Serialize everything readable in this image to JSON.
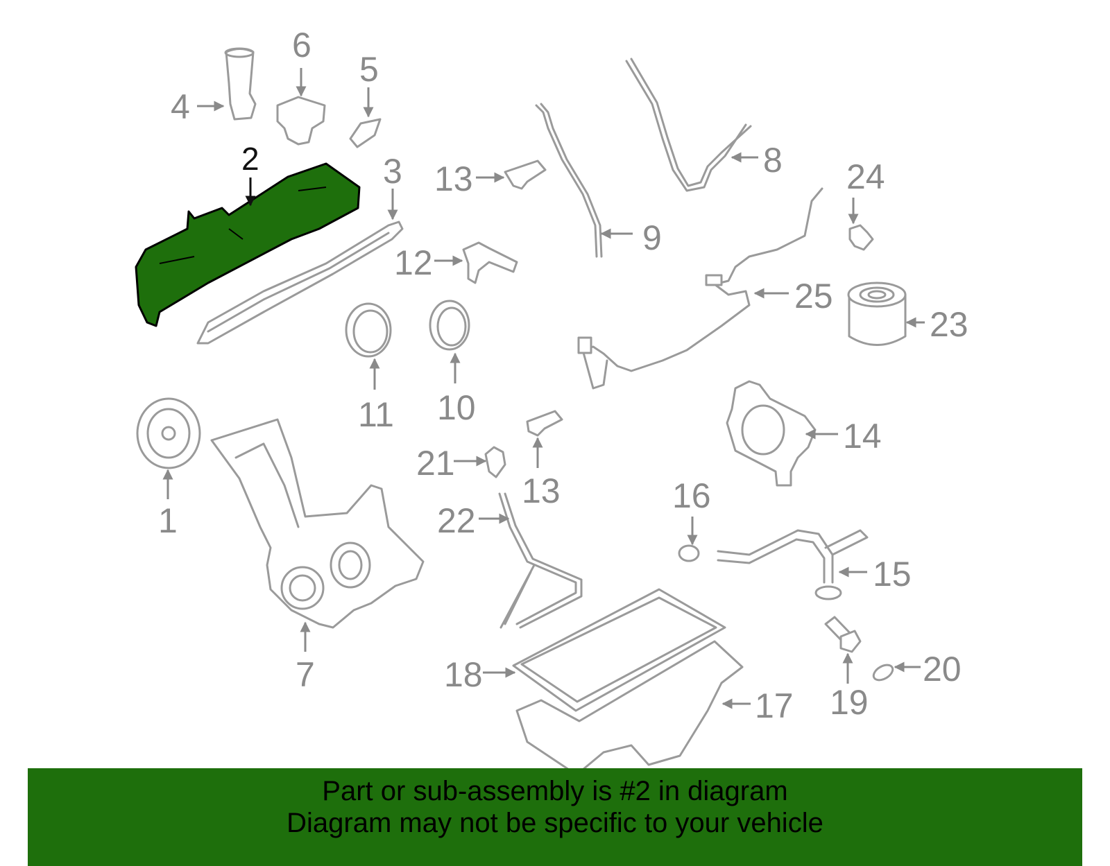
{
  "highlight_color": "#1e6f0c",
  "callouts": {
    "c1": "1",
    "c2": "2",
    "c3": "3",
    "c4": "4",
    "c5": "5",
    "c6": "6",
    "c7": "7",
    "c8": "8",
    "c9": "9",
    "c10": "10",
    "c11": "11",
    "c12": "12",
    "c13a": "13",
    "c13b": "13",
    "c14": "14",
    "c15": "15",
    "c16": "16",
    "c17": "17",
    "c18": "18",
    "c19": "19",
    "c20": "20",
    "c21": "21",
    "c22": "22",
    "c23": "23",
    "c24": "24",
    "c25": "25"
  },
  "banner": {
    "line1": "Part or sub-assembly is #2 in diagram",
    "line2": "Diagram may not be specific to your vehicle"
  }
}
